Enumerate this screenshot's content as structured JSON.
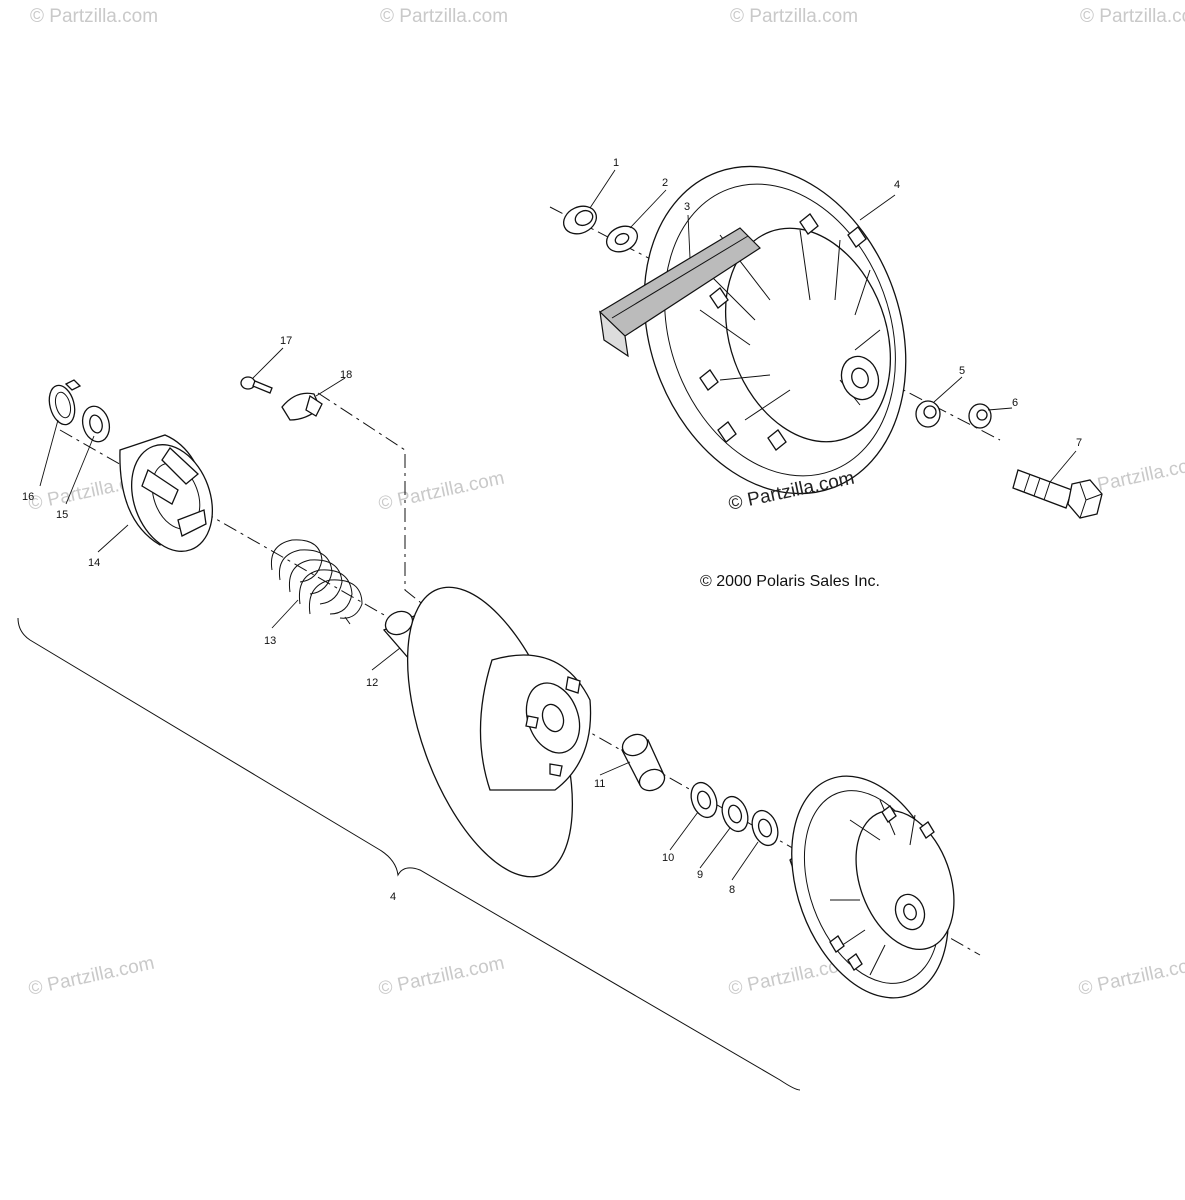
{
  "copyright": "© 2000 Polaris Sales Inc.",
  "watermark": "© Partzilla.com",
  "watermark_overlay": "© Partzilla.com",
  "callouts": {
    "c1": "1",
    "c2": "2",
    "c3": "3",
    "c4_top": "4",
    "c5": "5",
    "c6": "6",
    "c7": "7",
    "c8": "8",
    "c9": "9",
    "c10": "10",
    "c11": "11",
    "c12": "12",
    "c13": "13",
    "c14": "14",
    "c15": "15",
    "c16": "16",
    "c17": "17",
    "c18": "18",
    "c4_bracket": "4"
  },
  "colors": {
    "line": "#111111",
    "watermark": "#c9c9c9",
    "background": "#ffffff"
  }
}
